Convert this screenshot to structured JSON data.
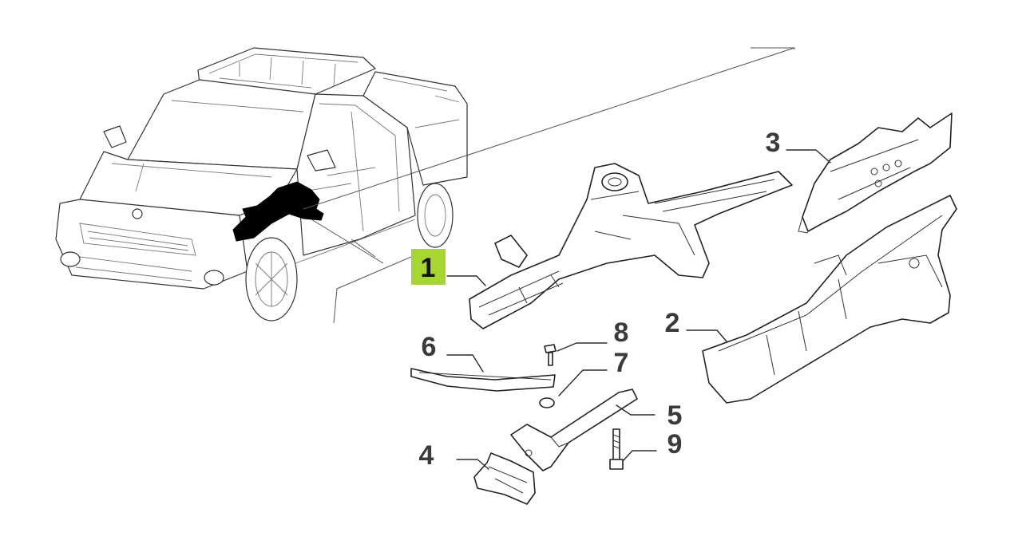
{
  "colors": {
    "highlight": "#a8d630",
    "line": "#2b2b2b",
    "text": "#3a3a3a",
    "background": "#ffffff",
    "location_mark": "#000000"
  },
  "callouts": [
    {
      "id": "1",
      "label": "1",
      "highlighted": true
    },
    {
      "id": "2",
      "label": "2",
      "highlighted": false
    },
    {
      "id": "3",
      "label": "3",
      "highlighted": false
    },
    {
      "id": "4",
      "label": "4",
      "highlighted": false
    },
    {
      "id": "5",
      "label": "5",
      "highlighted": false
    },
    {
      "id": "6",
      "label": "6",
      "highlighted": false
    },
    {
      "id": "7",
      "label": "7",
      "highlighted": false
    },
    {
      "id": "8",
      "label": "8",
      "highlighted": false
    },
    {
      "id": "9",
      "label": "9",
      "highlighted": false
    }
  ]
}
